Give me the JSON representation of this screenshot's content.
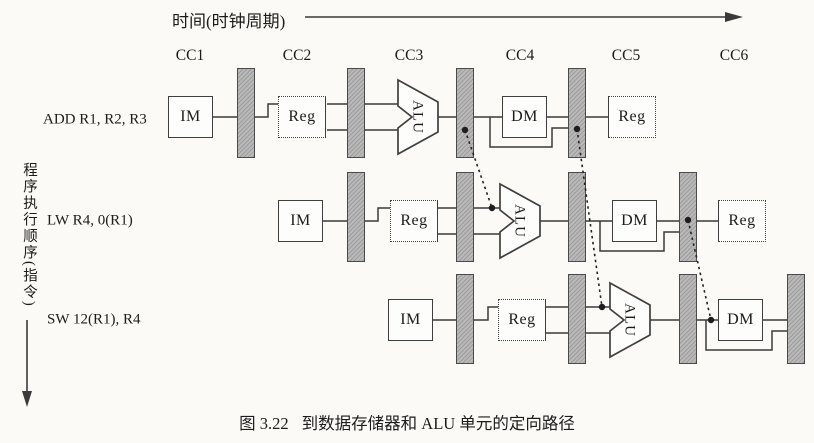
{
  "figure": {
    "time_axis_label": "时间(时钟周期)",
    "program_order_label": "程序执行顺序(指令)",
    "clock_cycles": [
      "CC1",
      "CC2",
      "CC3",
      "CC4",
      "CC5",
      "CC6"
    ],
    "instructions": [
      {
        "label": "ADD R1, R2, R3"
      },
      {
        "label": "LW R4, 0(R1)"
      },
      {
        "label": "SW 12(R1), R4"
      }
    ],
    "stages": {
      "im": "IM",
      "reg": "Reg",
      "alu": "ALU",
      "dm": "DM"
    },
    "caption": {
      "figure_number": "图 3.22",
      "title": "到数据存储器和 ALU 单元的定向路径"
    }
  },
  "colors": {
    "background": "#fbfaf6",
    "line": "#3a3a3a",
    "box_border": "#3f3f3f",
    "bar_fill": "#b9b9b9",
    "bar_border": "#4a4a4a",
    "text": "#1c1c1c"
  }
}
